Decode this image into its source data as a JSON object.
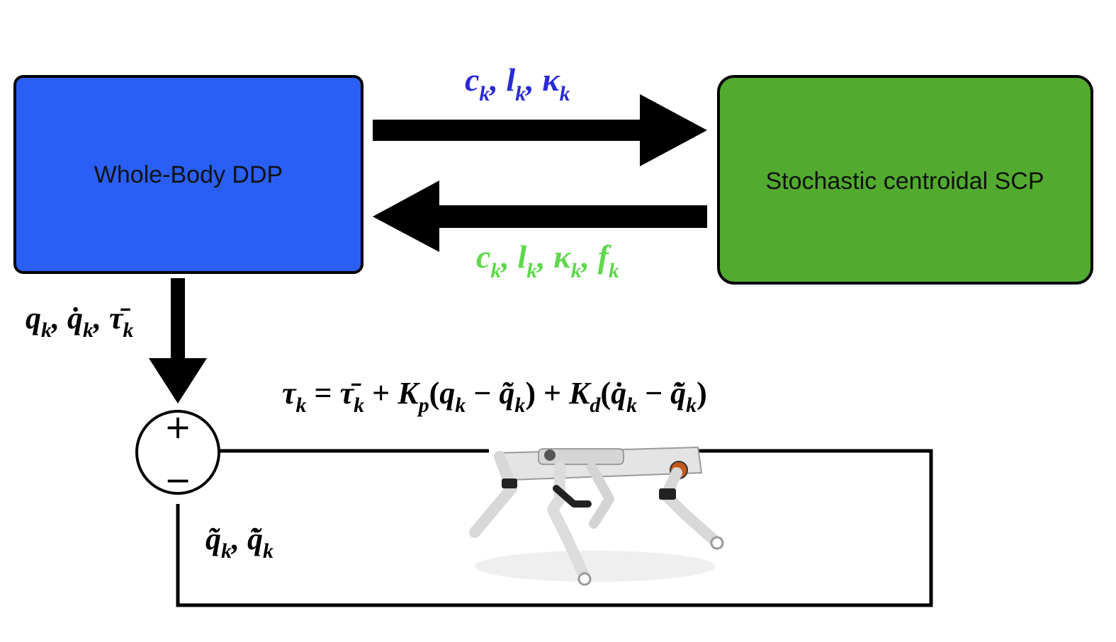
{
  "blocks": {
    "whole_body_ddp": {
      "label": "Whole-Body DDP",
      "fill": "#2a5ff5"
    },
    "stochastic_scp": {
      "label": "Stochastic centroidal SCP",
      "fill": "#52ab2f"
    }
  },
  "colors": {
    "forward_signal": "#2a2ad6",
    "backward_signal": "#5fd84c",
    "arrow": "#000000"
  },
  "signals": {
    "to_scp": "c_k, l_k, κ_k",
    "to_ddp": "c_k, l_k, κ_k, f_k",
    "to_controller": "q_k, q̇_k, τ̄_k",
    "feedback": "q̃_k, q̃̇_k"
  },
  "summing_junction": {
    "plus": "+",
    "minus": "−"
  },
  "control_law": "τ_k = τ̄_k + K_p(q_k − q̃_k) + K_d(q̇_k − q̃̇_k)",
  "robot_image": {
    "icon": "quadruped-robot"
  }
}
